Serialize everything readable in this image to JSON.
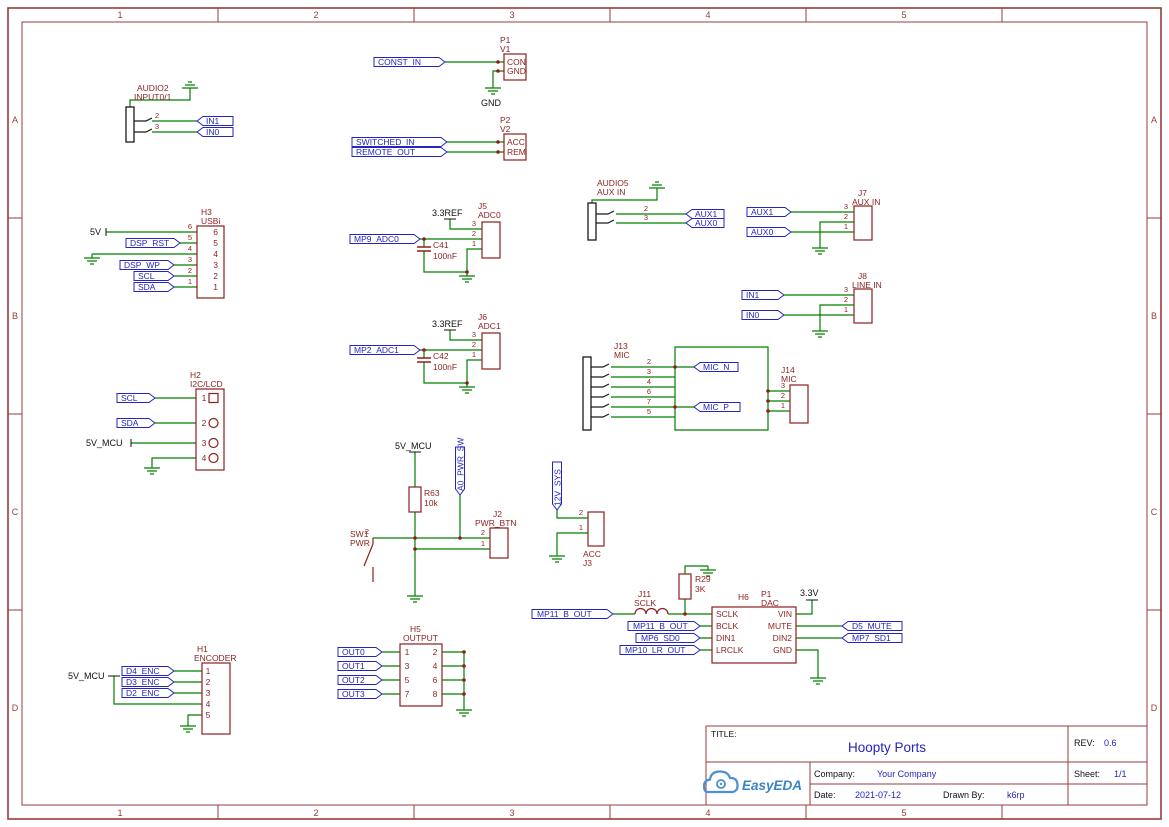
{
  "frame": {
    "cols": [
      "1",
      "2",
      "3",
      "4",
      "5"
    ],
    "rows": [
      "A",
      "B",
      "C",
      "D"
    ]
  },
  "title_block": {
    "title_label": "TITLE:",
    "title": "Hoopty Ports",
    "rev_label": "REV:",
    "rev": "0.6",
    "company_label": "Company:",
    "company": "Your Company",
    "sheet_label": "Sheet:",
    "sheet": "1/1",
    "date_label": "Date:",
    "date": "2021-07-12",
    "drawn_by_label": "Drawn By:",
    "drawn_by": "k6rp",
    "logo": "EasyEDA"
  },
  "power": {
    "gnd": "GND",
    "v5": "5V",
    "v5_mcu": "5V_MCU",
    "v3v3": "3.3V",
    "ref3v3": "3.3REF"
  },
  "nets": {
    "in1": "IN1",
    "in0": "IN0",
    "const_in": "CONST_IN",
    "switched_in": "SWITCHED_IN",
    "remote_out": "REMOTE_OUT",
    "dsp_rst": "DSP_RST",
    "dsp_wp": "DSP_WP",
    "scl": "SCL",
    "sda": "SDA",
    "mp9_adc0": "MP9_ADC0",
    "mp2_adc1": "MP2_ADC1",
    "aux1": "AUX1",
    "aux0": "AUX0",
    "mic_n": "MIC_N",
    "mic_p": "MIC_P",
    "a0_pwr_sw": "A0_PWR_SW",
    "v12_sys": "12V_SYS",
    "mp11_b_out": "MP11_B_OUT",
    "mp6_sd0": "MP6_SD0",
    "mp10_lr_out": "MP10_LR_OUT",
    "d5_mute": "D5_MUTE",
    "mp7_sd1": "MP7_SD1",
    "d4_enc": "D4_ENC",
    "d3_enc": "D3_ENC",
    "d2_enc": "D2_ENC",
    "out0": "OUT0",
    "out1": "OUT1",
    "out2": "OUT2",
    "out3": "OUT3"
  },
  "components": {
    "audio2": {
      "ref": "AUDIO2",
      "value": "INPUT0/1",
      "pins": [
        "2",
        "3"
      ]
    },
    "p1": {
      "ref": "P1",
      "value": "V1",
      "pin_names": [
        "CON",
        "GND"
      ]
    },
    "p2": {
      "ref": "P2",
      "value": "V2",
      "pin_names": [
        "ACC",
        "REM"
      ]
    },
    "h3": {
      "ref": "H3",
      "value": "USBi",
      "pins": [
        "6",
        "5",
        "4",
        "3",
        "2",
        "1"
      ]
    },
    "j5": {
      "ref": "J5",
      "value": "ADC0",
      "pins": [
        "3",
        "2",
        "1"
      ]
    },
    "c41": {
      "ref": "C41",
      "value": "100nF"
    },
    "j6": {
      "ref": "J6",
      "value": "ADC1",
      "pins": [
        "3",
        "2",
        "1"
      ]
    },
    "c42": {
      "ref": "C42",
      "value": "100nF"
    },
    "audio5": {
      "ref": "AUDIO5",
      "value": "AUX IN",
      "pins": [
        "2",
        "3"
      ]
    },
    "j7": {
      "ref": "J7",
      "value": "AUX IN",
      "pins": [
        "3",
        "2",
        "1"
      ]
    },
    "j8": {
      "ref": "J8",
      "value": "LINE IN",
      "pins": [
        "3",
        "2",
        "1"
      ]
    },
    "h2": {
      "ref": "H2",
      "value": "I2C/LCD",
      "pins": [
        "1",
        "2",
        "3",
        "4"
      ]
    },
    "j13": {
      "ref": "J13",
      "value": "MIC",
      "pins": [
        "2",
        "3",
        "4",
        "6",
        "7",
        "5"
      ]
    },
    "j14": {
      "ref": "J14",
      "value": "MIC",
      "pins": [
        "3",
        "2",
        "1"
      ]
    },
    "r63": {
      "ref": "R63",
      "value": "10k"
    },
    "sw1": {
      "ref": "SW1",
      "value": "PWR",
      "pins": [
        "2"
      ]
    },
    "j2": {
      "ref": "J2",
      "value": "PWR_BTN",
      "pins": [
        "2",
        "1"
      ]
    },
    "j3": {
      "ref": "J3",
      "value": "ACC",
      "pins": [
        "2",
        "1"
      ]
    },
    "j11": {
      "ref": "J11",
      "value": "SCLK"
    },
    "r29": {
      "ref": "R29",
      "value": "3K"
    },
    "h6": {
      "ref": "H6",
      "ref2": "P1",
      "value": "DAC",
      "left_pins": [
        "SCLK",
        "BCLK",
        "DIN1",
        "LRCLK"
      ],
      "right_pins": [
        "VIN",
        "MUTE",
        "DIN2",
        "GND"
      ]
    },
    "h1": {
      "ref": "H1",
      "value": "ENCODER",
      "pins": [
        "1",
        "2",
        "3",
        "4",
        "5"
      ]
    },
    "h5": {
      "ref": "H5",
      "value": "OUTPUT",
      "left_pins": [
        "1",
        "3",
        "5",
        "7"
      ],
      "right_pins": [
        "2",
        "4",
        "6",
        "8"
      ]
    }
  }
}
